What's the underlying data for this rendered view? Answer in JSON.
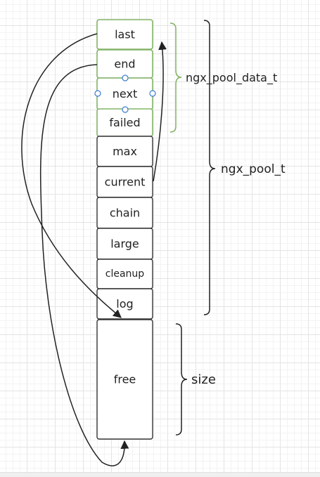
{
  "diagram": {
    "fields": [
      {
        "id": "last",
        "label": "last",
        "style": "highlight"
      },
      {
        "id": "end",
        "label": "end",
        "style": "highlight"
      },
      {
        "id": "next",
        "label": "next",
        "style": "selected"
      },
      {
        "id": "failed",
        "label": "failed",
        "style": "highlight"
      },
      {
        "id": "max",
        "label": "max",
        "style": "normal"
      },
      {
        "id": "current",
        "label": "current",
        "style": "normal"
      },
      {
        "id": "chain",
        "label": "chain",
        "style": "normal"
      },
      {
        "id": "large",
        "label": "large",
        "style": "normal"
      },
      {
        "id": "cleanup",
        "label": "cleanup",
        "style": "normal"
      },
      {
        "id": "log",
        "label": "log",
        "style": "normal"
      },
      {
        "id": "free",
        "label": "free",
        "style": "normal"
      }
    ],
    "braces": {
      "pool_data": {
        "label": "ngx_pool_data_t"
      },
      "pool": {
        "label": "ngx_pool_t"
      },
      "size": {
        "label": "size"
      }
    },
    "colors": {
      "highlight_border": "#82b366",
      "normal_border": "#333333",
      "selection_handle": "#3a7bd5",
      "text": "#222222",
      "arrow": "#222222"
    }
  }
}
